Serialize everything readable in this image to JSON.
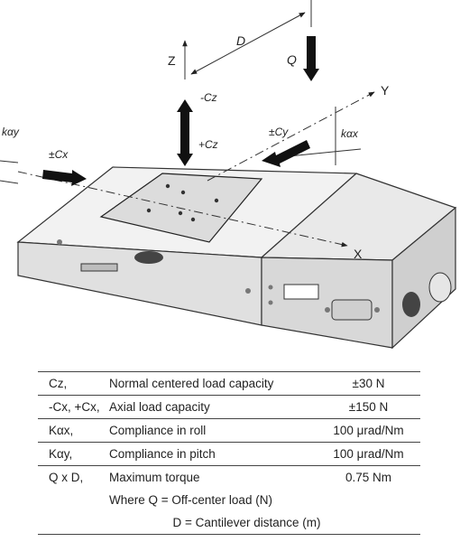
{
  "diagram": {
    "axis_labels": {
      "z": "Z",
      "y": "Y",
      "x": "X",
      "d": "D",
      "q": "Q",
      "minus_cz": "-Cz",
      "plus_cz": "+Cz",
      "pm_cy": "±Cy",
      "pm_cx": "±Cx",
      "k_alpha_x": "kαx",
      "k_alpha_y": "kαy"
    },
    "colors": {
      "stage_body": "#ededed",
      "stage_top": "#dcdcdc",
      "arrow": "#111111",
      "line": "#333333"
    }
  },
  "specs": [
    {
      "symbol": "Cz,",
      "description": "Normal centered load capacity",
      "value": "±30 N"
    },
    {
      "symbol": "-Cx, +Cx,",
      "description": "Axial load capacity",
      "value": "±150 N"
    },
    {
      "symbol": "Kαx,",
      "description": "Compliance in roll",
      "value": "100 μrad/Nm"
    },
    {
      "symbol": "Kαy,",
      "description": "Compliance in pitch",
      "value": "100 μrad/Nm"
    },
    {
      "symbol": "Q x D,",
      "description": "Maximum torque",
      "value": "0.75 Nm"
    }
  ],
  "notes": {
    "where_q": "Where Q = Off-center load (N)",
    "d_def": "D = Cantilever distance (m)"
  }
}
